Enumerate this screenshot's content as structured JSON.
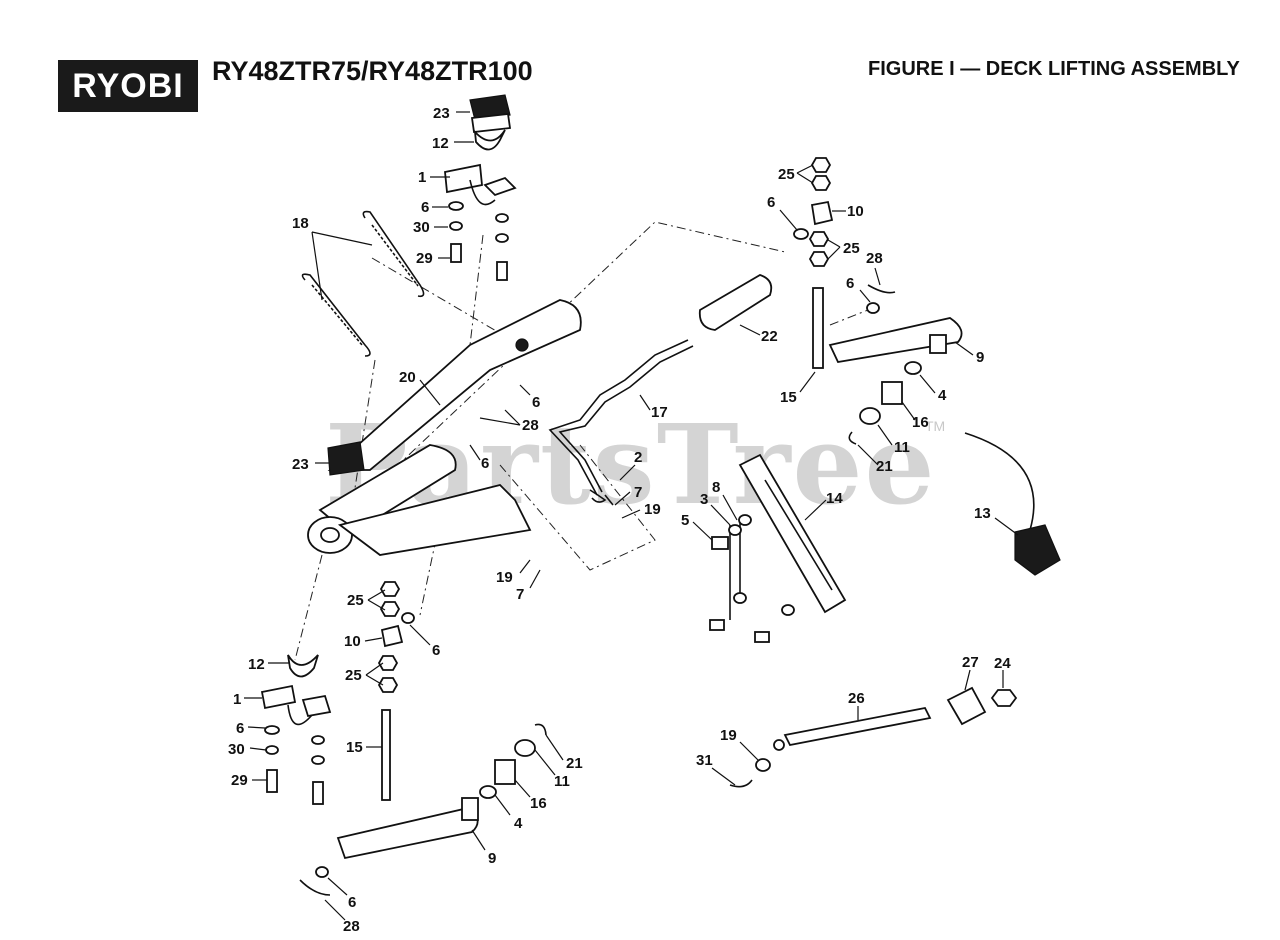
{
  "header": {
    "brand_logo": "RYOBI",
    "model": "RY48ZTR75/RY48ZTR100",
    "figure_title": "FIGURE I — DECK LIFTING ASSEMBLY"
  },
  "watermark": {
    "text": "PartsTree",
    "tm": "TM"
  },
  "callouts": [
    {
      "id": "c23a",
      "text": "23"
    },
    {
      "id": "c12a",
      "text": "12"
    },
    {
      "id": "c1a",
      "text": "1"
    },
    {
      "id": "c6a",
      "text": "6"
    },
    {
      "id": "c30a",
      "text": "30"
    },
    {
      "id": "c29a",
      "text": "29"
    },
    {
      "id": "c18",
      "text": "18"
    },
    {
      "id": "c20",
      "text": "20"
    },
    {
      "id": "c6b",
      "text": "6"
    },
    {
      "id": "c28a",
      "text": "28"
    },
    {
      "id": "c6c",
      "text": "6"
    },
    {
      "id": "c23b",
      "text": "23"
    },
    {
      "id": "c22",
      "text": "22"
    },
    {
      "id": "c17",
      "text": "17"
    },
    {
      "id": "c2",
      "text": "2"
    },
    {
      "id": "c7a",
      "text": "7"
    },
    {
      "id": "c19a",
      "text": "19"
    },
    {
      "id": "c19b",
      "text": "19"
    },
    {
      "id": "c7b",
      "text": "7"
    },
    {
      "id": "c25a",
      "text": "25"
    },
    {
      "id": "c6d",
      "text": "6"
    },
    {
      "id": "c10a",
      "text": "10"
    },
    {
      "id": "c25b",
      "text": "25"
    },
    {
      "id": "c28b",
      "text": "28"
    },
    {
      "id": "c6e",
      "text": "6"
    },
    {
      "id": "c9a",
      "text": "9"
    },
    {
      "id": "c15a",
      "text": "15"
    },
    {
      "id": "c4a",
      "text": "4"
    },
    {
      "id": "c16a",
      "text": "16"
    },
    {
      "id": "c11a",
      "text": "11"
    },
    {
      "id": "c21a",
      "text": "21"
    },
    {
      "id": "c13",
      "text": "13"
    },
    {
      "id": "c14",
      "text": "14"
    },
    {
      "id": "c8",
      "text": "8"
    },
    {
      "id": "c3",
      "text": "3"
    },
    {
      "id": "c5",
      "text": "5"
    },
    {
      "id": "c25c",
      "text": "25"
    },
    {
      "id": "c10b",
      "text": "10"
    },
    {
      "id": "c6f",
      "text": "6"
    },
    {
      "id": "c25d",
      "text": "25"
    },
    {
      "id": "c12b",
      "text": "12"
    },
    {
      "id": "c1b",
      "text": "1"
    },
    {
      "id": "c6g",
      "text": "6"
    },
    {
      "id": "c30b",
      "text": "30"
    },
    {
      "id": "c29b",
      "text": "29"
    },
    {
      "id": "c15b",
      "text": "15"
    },
    {
      "id": "c21b",
      "text": "21"
    },
    {
      "id": "c11b",
      "text": "11"
    },
    {
      "id": "c16b",
      "text": "16"
    },
    {
      "id": "c4b",
      "text": "4"
    },
    {
      "id": "c9b",
      "text": "9"
    },
    {
      "id": "c6h",
      "text": "6"
    },
    {
      "id": "c28c",
      "text": "28"
    },
    {
      "id": "c27",
      "text": "27"
    },
    {
      "id": "c24",
      "text": "24"
    },
    {
      "id": "c26",
      "text": "26"
    },
    {
      "id": "c19c",
      "text": "19"
    },
    {
      "id": "c31",
      "text": "31"
    }
  ]
}
